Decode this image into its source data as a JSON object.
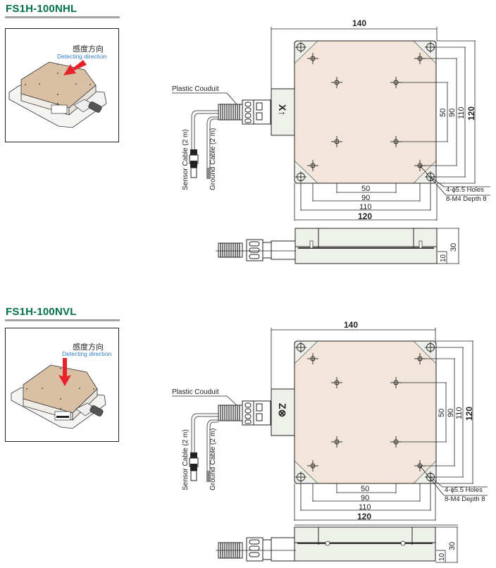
{
  "colors": {
    "title_green": "#00704a",
    "rule_gray": "#a4a4a4",
    "plate_tan": "#f2e6da",
    "base_gray": "#eef0ea",
    "arrow_red": "#e8222a",
    "direction_blue": "#2d7fc1",
    "iso_plate": "#d9c0a5"
  },
  "models": [
    {
      "name": "FS1H-100NHL",
      "direction_jp": "感度方向",
      "direction_en": "Detecting direction",
      "direction_type": "horizontal",
      "connector_mark": "X↑",
      "conduit_label": "Plastic Couduit",
      "sensor_cable_label": "Sensor Cable (2 m)",
      "ground_cable_label": "Ground Cable (2 m)",
      "dim_overall_width": "140",
      "dim_bottom": [
        "50",
        "90",
        "110",
        "120"
      ],
      "dim_right": [
        "50",
        "90",
        "110",
        "120"
      ],
      "holes_note": "4-ϕ5.5 Holes",
      "tap_note": "8-M4 Depth 8",
      "side_height": "30",
      "side_base": "10"
    },
    {
      "name": "FS1H-100NVL",
      "direction_jp": "感度方向",
      "direction_en": "Detecting direction",
      "direction_type": "vertical",
      "connector_mark": "Z⊗",
      "conduit_label": "Plastic Couduit",
      "sensor_cable_label": "Sensor Cable (2 m)",
      "ground_cable_label": "Ground Cable (2 m)",
      "dim_overall_width": "140",
      "dim_bottom": [
        "50",
        "90",
        "110",
        "120"
      ],
      "dim_right": [
        "50",
        "90",
        "110",
        "120"
      ],
      "holes_note": "4-ϕ5.5 Holes",
      "tap_note": "8-M4 Depth 8",
      "side_height": "30",
      "side_base": "10"
    }
  ]
}
